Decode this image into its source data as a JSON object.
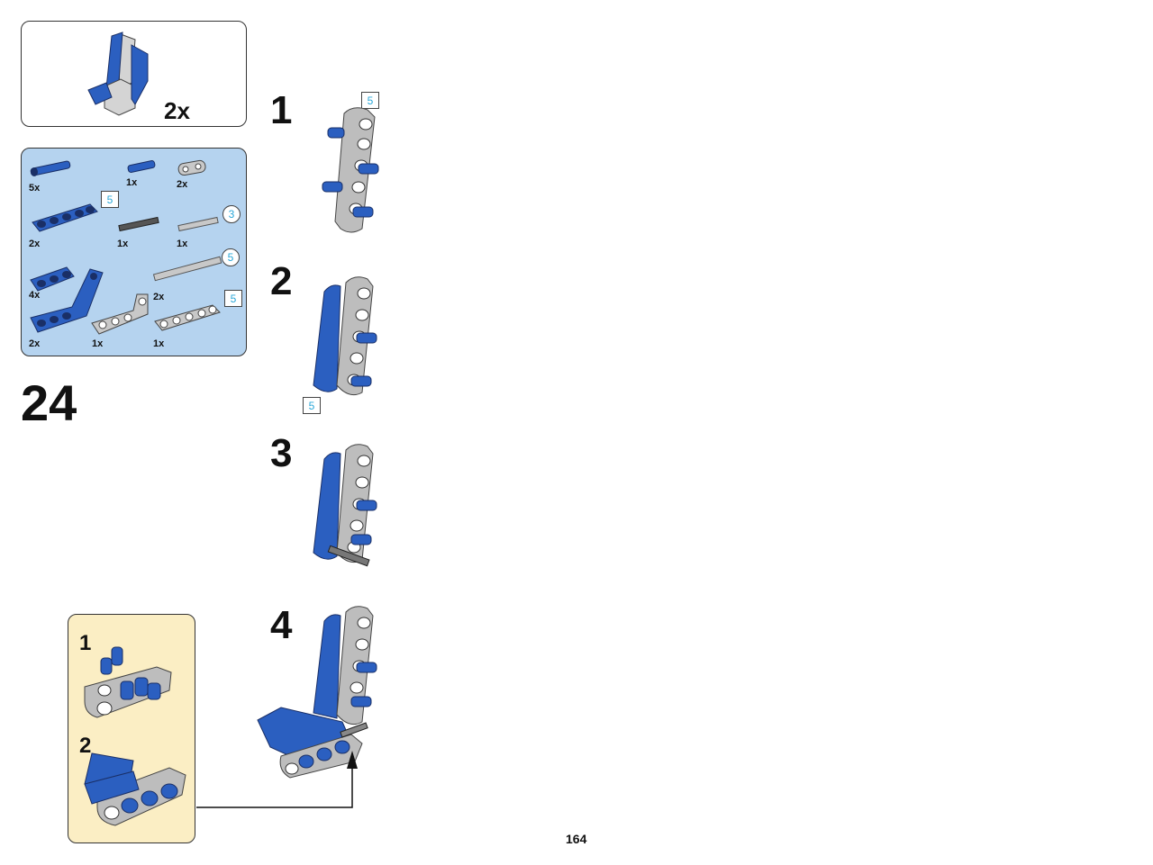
{
  "submodel": {
    "quantity": "2x"
  },
  "step_number": "24",
  "parts_list": [
    {
      "name": "axle-pin",
      "quantity": "5x"
    },
    {
      "name": "short-axle-pin",
      "quantity": "1x"
    },
    {
      "name": "gray-connector",
      "quantity": "2x"
    },
    {
      "name": "blue-beam-5",
      "quantity": "2x",
      "length": "5"
    },
    {
      "name": "dark-axle",
      "quantity": "1x"
    },
    {
      "name": "gray-axle-3",
      "quantity": "1x",
      "length": "3"
    },
    {
      "name": "blue-beam-3",
      "quantity": "4x"
    },
    {
      "name": "gray-axle-5",
      "quantity": "2x",
      "length": "5"
    },
    {
      "name": "blue-angled-beam",
      "quantity": "2x"
    },
    {
      "name": "gray-angled-beam",
      "quantity": "1x"
    },
    {
      "name": "gray-beam-5",
      "quantity": "1x",
      "length": "5"
    }
  ],
  "substeps": [
    {
      "number": "1",
      "callout": "5"
    },
    {
      "number": "2",
      "callout": "5"
    },
    {
      "number": "3"
    },
    {
      "number": "4"
    }
  ],
  "inset_substeps": [
    "1",
    "2"
  ],
  "page_number": "164",
  "colors": {
    "blue": "#2b5fc0",
    "gray": "#b8b8b8",
    "parts_bg": "#b5d3ef",
    "inset_bg": "#fbeec4",
    "badge": "#2aa7d8"
  }
}
